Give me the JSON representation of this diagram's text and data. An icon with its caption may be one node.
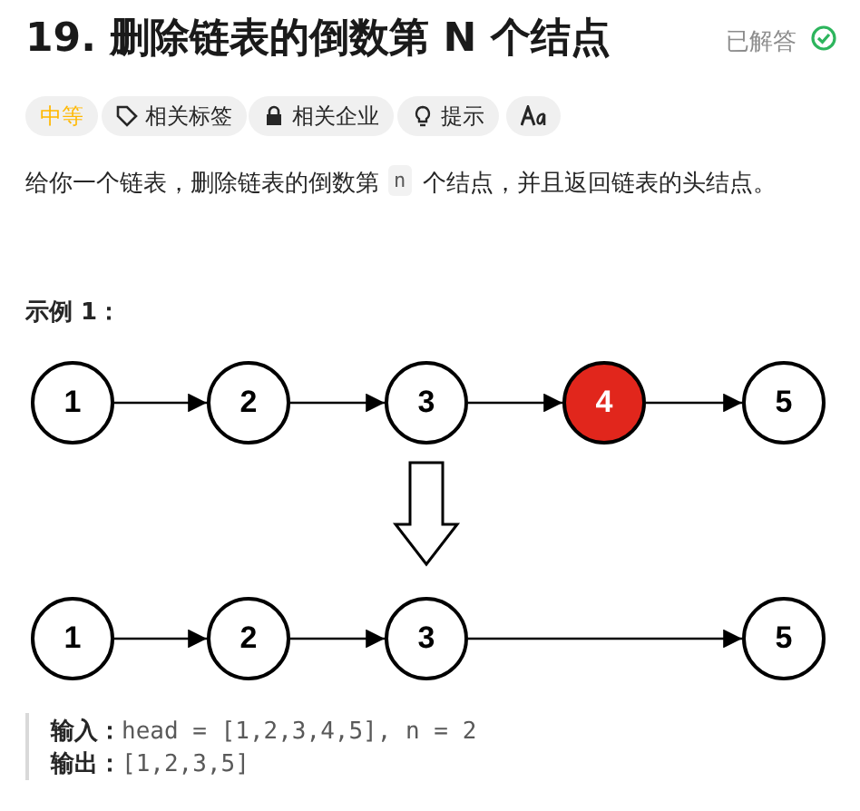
{
  "diagram": {
    "title": "19. 删除链表的倒数第 N 个结点",
    "nodes": [
      {
        "text": [
          "1"
        ]
      },
      {
        "text": [
          "2"
        ]
      },
      {
        "text": [
          "3"
        ]
      },
      {
        "text": [
          "4"
        ]
      },
      {
        "text": [
          "5"
        ]
      },
      {
        "text": [
          "1"
        ]
      },
      {
        "text": [
          "2"
        ]
      },
      {
        "text": [
          "3"
        ]
      },
      {
        "text": [
          "5"
        ]
      }
    ],
    "edges": [
      {
        "from": 0,
        "to": 1,
        "arrow": "to"
      },
      {
        "from": 1,
        "to": 2,
        "arrow": "to"
      },
      {
        "from": 2,
        "to": 3,
        "arrow": "to"
      },
      {
        "from": 3,
        "to": 4,
        "arrow": "to"
      },
      {
        "from": 5,
        "to": 6,
        "arrow": "to"
      },
      {
        "from": 6,
        "to": 7,
        "arrow": "to"
      },
      {
        "from": 7,
        "to": 8,
        "arrow": "to"
      },
      {
        "from": 2,
        "to": 7,
        "arrow": "to",
        "style": "thick"
      }
    ],
    "labels": [
      "已解答",
      "中等",
      "相关标签",
      "相关企业",
      "提示",
      "给你一个链表，删除链表的倒数第",
      "n",
      "个结点，并且返回链表的头结点。",
      "示例 1：",
      "**输入：**head = [1,2,3,4,5], n = 2",
      "**输出：**[1,2,3,5]"
    ]
  }
}
